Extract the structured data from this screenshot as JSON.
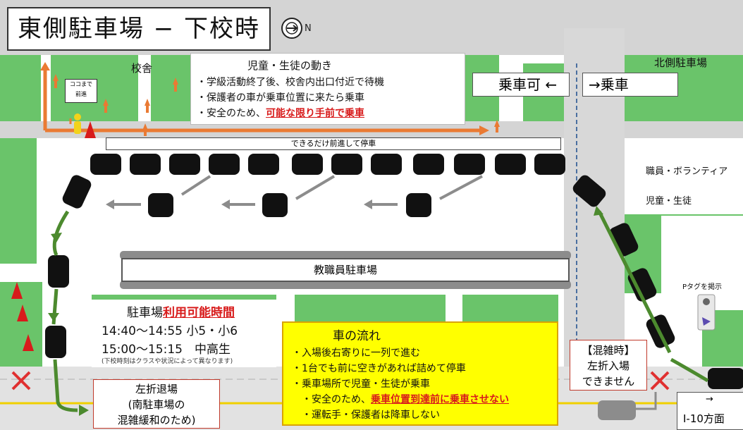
{
  "title": "東側駐車場 − 下校時",
  "compass": {
    "letter": "N",
    "icon": "north-compass-icon"
  },
  "labels": {
    "school_building": "校舎",
    "north_parking": "北側駐車場",
    "stop_here": [
      "ココまで",
      "前進"
    ],
    "pull_forward": "できるだけ前進して停車",
    "staff_parking": "教職員駐車場",
    "p_tag": "Pタグを掲示"
  },
  "student_movement": {
    "title": "児童・生徒の動き",
    "items": [
      "学級活動終了後、校舎内出口付近で待機",
      "保護者の車が乗車位置に来たら乗車"
    ],
    "item3_prefix": "安全のため、",
    "item3_red": "可能な限り手前で乗車"
  },
  "boarding": {
    "ok": "乗車可",
    "ng": "乗車"
  },
  "people_legend": [
    {
      "icon": "staff-volunteer-figure-icon",
      "color": "#f2d31b",
      "label": "職員・ボランティア"
    },
    {
      "icon": "student-figure-icon",
      "color": "#f08a3c",
      "label": "児童・生徒"
    }
  ],
  "time_panel": {
    "title_plain": "駐車場",
    "title_red": "利用可能時間",
    "rows": [
      "14:40〜14:55 小5・小6",
      "15:00〜15:15　中高生"
    ],
    "note": "(下校時刻はクラスや状況によって異なります)"
  },
  "car_flow": {
    "title": "車の流れ",
    "items": [
      "入場後右寄りに一列で進む",
      "1台でも前に空きがあれば詰めて停車",
      "乗車場所で児童・生徒が乗車"
    ],
    "sub1_prefix": "・安全のため、",
    "sub1_red": "乗車位置到達前に乗車させない",
    "sub2": "・運転手・保護者は降車しない"
  },
  "left_turn_exit": [
    "左折退場",
    "(南駐車場の",
    "混雑緩和のため)"
  ],
  "congestion": [
    "【混雑時】",
    "左折入場",
    "できません"
  ],
  "direction_sign": {
    "arrow": "→",
    "text": "I-10方面"
  },
  "colors": {
    "lawn": "#6ac46a",
    "road": "#d4d4d4",
    "student_arrow": "#ea7a33",
    "car_flow_arrow": "#4c8a2e",
    "gray_arrow": "#8c8c8c",
    "car": "#111111",
    "cone": "#d81b1b",
    "red_text": "#d81b1b"
  }
}
